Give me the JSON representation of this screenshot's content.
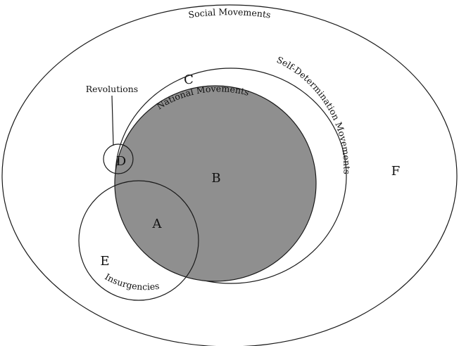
{
  "diagram": {
    "title": "",
    "colors": {
      "national_fill": "#8f8f8f",
      "stroke": "#1a1a1a",
      "background": "#ffffff"
    },
    "sets": {
      "social_movements": "Social Movements",
      "self_determination_movements": "Self-Determination Movements",
      "national_movements": "National Movements",
      "revolutions": "Revolutions",
      "insurgencies": "Insurgencies"
    },
    "regions": {
      "a": "A",
      "b": "B",
      "c": "C",
      "d": "D",
      "e": "E",
      "f": "F"
    }
  }
}
